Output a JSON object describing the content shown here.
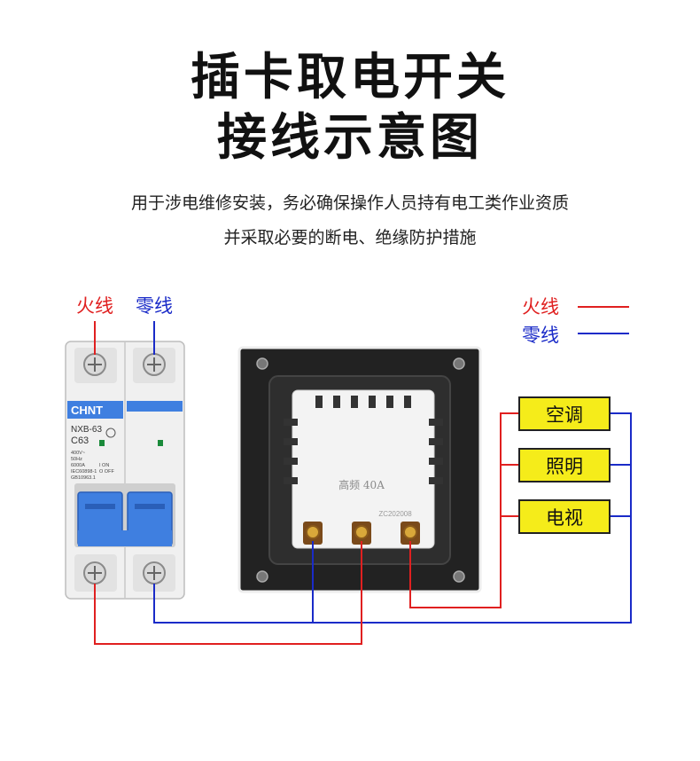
{
  "title": {
    "line1": "插卡取电开关",
    "line2": "接线示意图"
  },
  "subtitle": {
    "line1": "用于涉电维修安装，务必确保操作人员持有电工类作业资质",
    "line2": "并采取必要的断电、绝缘防护措施"
  },
  "breaker": {
    "live_label": "火线",
    "neutral_label": "零线",
    "brand": "CHNT",
    "model": "NXB-63",
    "rating": "C63",
    "specs": [
      "400V~",
      "50Hz",
      "6000A",
      "IEC60898-1",
      "GB10963.1"
    ],
    "on_off": [
      "I ON",
      "O OFF"
    ]
  },
  "legend": {
    "live": "火线",
    "neutral": "零线"
  },
  "switch": {
    "face_text": "高频 40A",
    "code": "ZC202008"
  },
  "loads": [
    "空调",
    "照明",
    "电视"
  ],
  "colors": {
    "live": "#e02020",
    "neutral": "#1a2bc8",
    "load_box": "#f5ec1a",
    "breaker_blue": "#3f7fe0"
  }
}
